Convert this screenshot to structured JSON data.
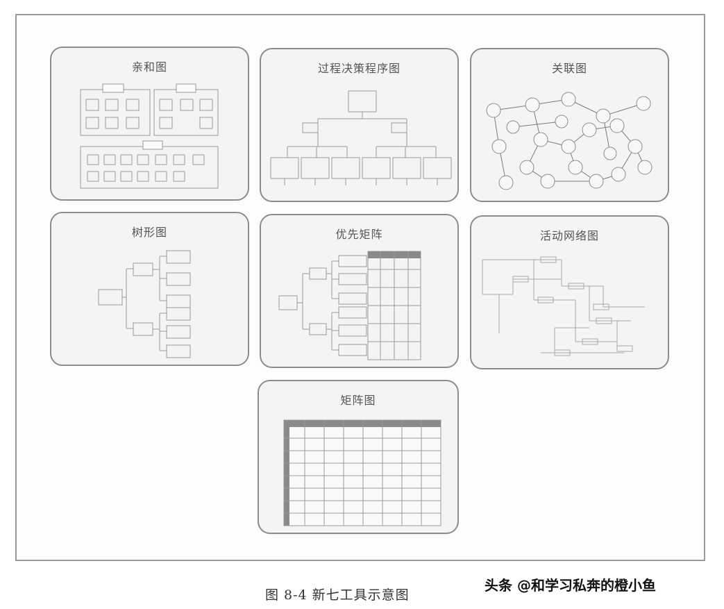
{
  "panels": {
    "affinity": {
      "title": "亲和图"
    },
    "pdpc": {
      "title": "过程决策程序图"
    },
    "relation": {
      "title": "关联图"
    },
    "tree": {
      "title": "树形图"
    },
    "priority": {
      "title": "优先矩阵"
    },
    "activity": {
      "title": "活动网络图"
    },
    "matrix": {
      "title": "矩阵图"
    }
  },
  "caption": "图 8-4   新七工具示意图",
  "watermark": "头条 @和学习私奔的橙小鱼",
  "colors": {
    "stroke": "#9a9a9a",
    "panel_bg": "#f4f4f4",
    "matrix_header": "#8a8a8a"
  }
}
